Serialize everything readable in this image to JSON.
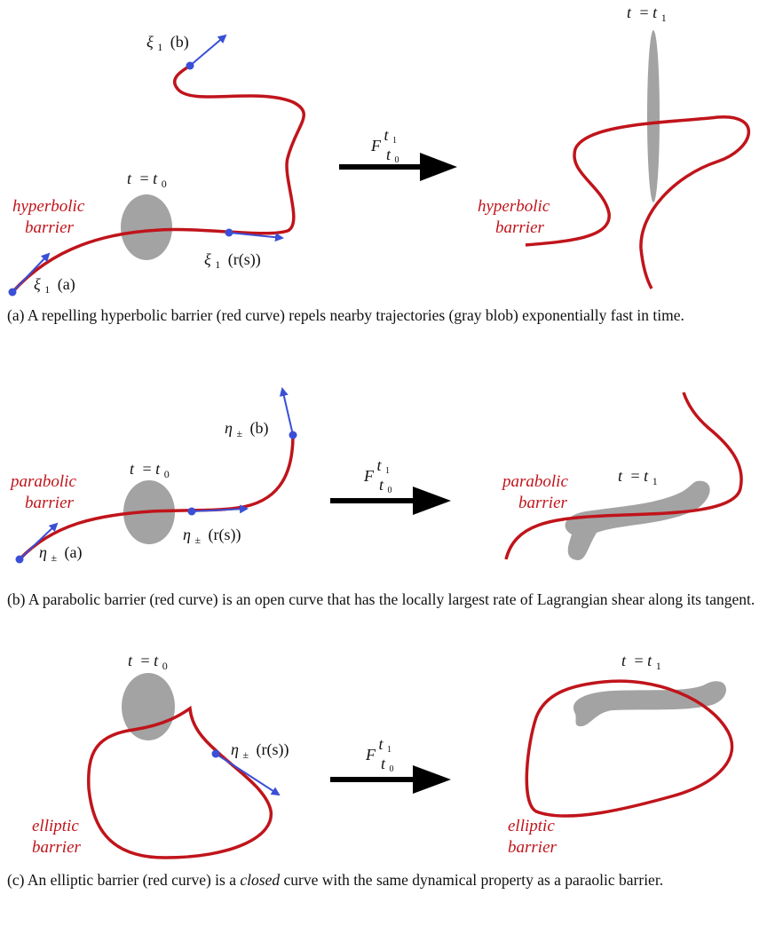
{
  "panels": [
    {
      "labels": {
        "barrier_line1": "hyperbolic",
        "barrier_line2": "barrier",
        "barrier_after_line1": "hyperbolic",
        "barrier_after_line2": "barrier",
        "t0_t": "t",
        "t0_eq": "= ",
        "t0_var": "t",
        "t0_sub": "0",
        "t1_t": "t",
        "t1_eq": "= ",
        "t1_var": "t",
        "t1_sub": "1",
        "map_F": "F",
        "map_sup": "t",
        "map_sup_sub": "1",
        "map_sub": "t",
        "map_sub_sub": "0",
        "vec_b_sym": "ξ",
        "vec_b_sub": "1",
        "vec_b_arg": "(b)",
        "vec_a_sym": "ξ",
        "vec_a_sub": "1",
        "vec_a_arg": "(a)",
        "vec_rs_sym": "ξ",
        "vec_rs_sub": "1",
        "vec_rs_arg": "(r(s))"
      },
      "caption": "(a) A repelling hyperbolic barrier (red curve) repels nearby trajectories (gray blob) exponentially fast in time."
    },
    {
      "labels": {
        "barrier_line1": "parabolic",
        "barrier_line2": "barrier",
        "barrier_after_line1": "parabolic",
        "barrier_after_line2": "barrier",
        "t0_t": "t",
        "t0_eq": "= ",
        "t0_var": "t",
        "t0_sub": "0",
        "t1_t": "t",
        "t1_eq": "= ",
        "t1_var": "t",
        "t1_sub": "1",
        "map_F": "F",
        "map_sup": "t",
        "map_sup_sub": "1",
        "map_sub": "t",
        "map_sub_sub": "0",
        "vec_b_sym": "η",
        "vec_b_sub": "±",
        "vec_b_arg": "(b)",
        "vec_a_sym": "η",
        "vec_a_sub": "±",
        "vec_a_arg": "(a)",
        "vec_rs_sym": "η",
        "vec_rs_sub": "±",
        "vec_rs_arg": "(r(s))"
      },
      "caption": "(b) A parabolic barrier (red curve) is an open curve that has the locally largest rate of Lagrangian shear along its tangent."
    },
    {
      "labels": {
        "barrier_line1": "elliptic",
        "barrier_line2": "barrier",
        "barrier_after_line1": "elliptic",
        "barrier_after_line2": "barrier",
        "t0_t": "t",
        "t0_eq": "= ",
        "t0_var": "t",
        "t0_sub": "0",
        "t1_t": "t",
        "t1_eq": "= ",
        "t1_var": "t",
        "t1_sub": "1",
        "map_F": "F",
        "map_sup": "t",
        "map_sup_sub": "1",
        "map_sub": "t",
        "map_sub_sub": "0",
        "vec_rs_sym": "η",
        "vec_rs_sub": "±",
        "vec_rs_arg": "(r(s))"
      },
      "caption_before": "(c) An elliptic barrier (red curve) is a ",
      "caption_em": "closed",
      "caption_after": " curve with the same dynamical property as a paraolic barrier."
    }
  ],
  "colors": {
    "barrier": "#c0141b",
    "vector": "#3a4fd6",
    "blob": "#a3a3a3",
    "arrow": "#000000"
  }
}
